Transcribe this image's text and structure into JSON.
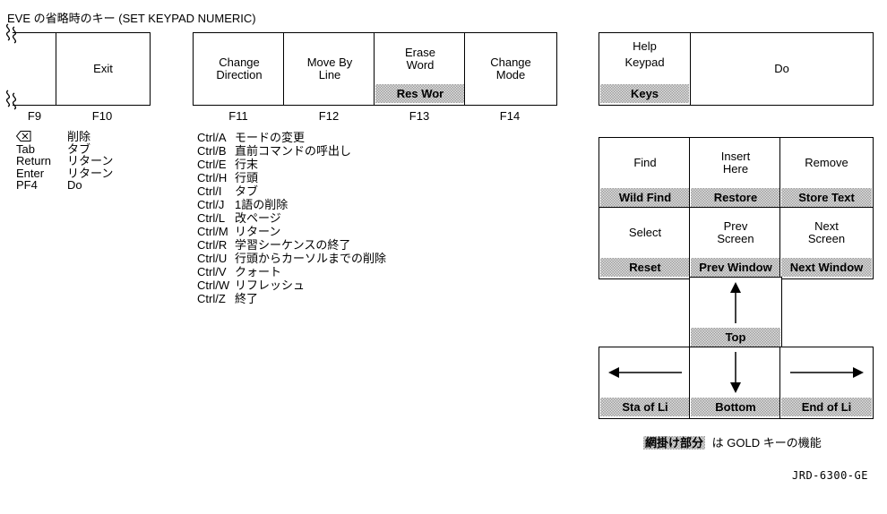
{
  "title": "EVE の省略時のキー (SET KEYPAD NUMERIC)",
  "colors": {
    "gold_shading": "#c4c4c4"
  },
  "left_keypad": {
    "exit": "Exit",
    "f9": "F9",
    "f10": "F10"
  },
  "function_keys": [
    {
      "line1": "Change",
      "line2": "Direction",
      "fkey": "F11"
    },
    {
      "line1": "Move By",
      "line2": "Line",
      "fkey": "F12"
    },
    {
      "line1": "Erase",
      "line2": "Word",
      "gold": "Res Wor",
      "fkey": "F13"
    },
    {
      "line1": "Change",
      "line2": "Mode",
      "fkey": "F14"
    }
  ],
  "help_do_box": {
    "line1": "Help",
    "line2": "Keypad",
    "gold": "Keys",
    "do_label": "Do"
  },
  "key_list": [
    {
      "key": "⌫",
      "desc": "削除"
    },
    {
      "key": "Tab",
      "desc": "タブ"
    },
    {
      "key": "Return",
      "desc": "リターン"
    },
    {
      "key": "Enter",
      "desc": "リターン"
    },
    {
      "key": "PF4",
      "desc": "Do"
    }
  ],
  "ctrl_list": [
    {
      "key": "Ctrl/A",
      "desc": "モードの変更"
    },
    {
      "key": "Ctrl/B",
      "desc": "直前コマンドの呼出し"
    },
    {
      "key": "Ctrl/E",
      "desc": "行末"
    },
    {
      "key": "Ctrl/H",
      "desc": "行頭"
    },
    {
      "key": "Ctrl/I",
      "desc": "タブ"
    },
    {
      "key": "Ctrl/J",
      "desc": "1語の削除"
    },
    {
      "key": "Ctrl/L",
      "desc": "改ページ"
    },
    {
      "key": "Ctrl/M",
      "desc": "リターン"
    },
    {
      "key": "Ctrl/R",
      "desc": "学習シーケンスの終了"
    },
    {
      "key": "Ctrl/U",
      "desc": "行頭からカーソルまでの削除"
    },
    {
      "key": "Ctrl/V",
      "desc": "クォート"
    },
    {
      "key": "Ctrl/W",
      "desc": "リフレッシュ"
    },
    {
      "key": "Ctrl/Z",
      "desc": "終了"
    }
  ],
  "keypad_grid": {
    "cells": [
      {
        "line1": "Find",
        "gold": "Wild Find"
      },
      {
        "line1": "Insert",
        "line2": "Here",
        "gold": "Restore"
      },
      {
        "line1": "Remove",
        "gold": "Store Text"
      },
      {
        "line1": "Select",
        "gold": "Reset"
      },
      {
        "line1": "Prev",
        "line2": "Screen",
        "gold": "Prev Window"
      },
      {
        "line1": "Next",
        "line2": "Screen",
        "gold": "Next Window"
      }
    ],
    "arrows": {
      "up": {
        "icon": "up-arrow",
        "gold": "Top"
      },
      "left": {
        "icon": "left-arrow",
        "gold": "Sta of Li"
      },
      "down": {
        "icon": "down-arrow",
        "gold": "Bottom"
      },
      "right": {
        "icon": "right-arrow",
        "gold": "End of Li"
      }
    }
  },
  "legend": {
    "shaded_sample": "網掛け部分",
    "text": "は GOLD キーの機能"
  },
  "figure_id": "JRD-6300-GE"
}
